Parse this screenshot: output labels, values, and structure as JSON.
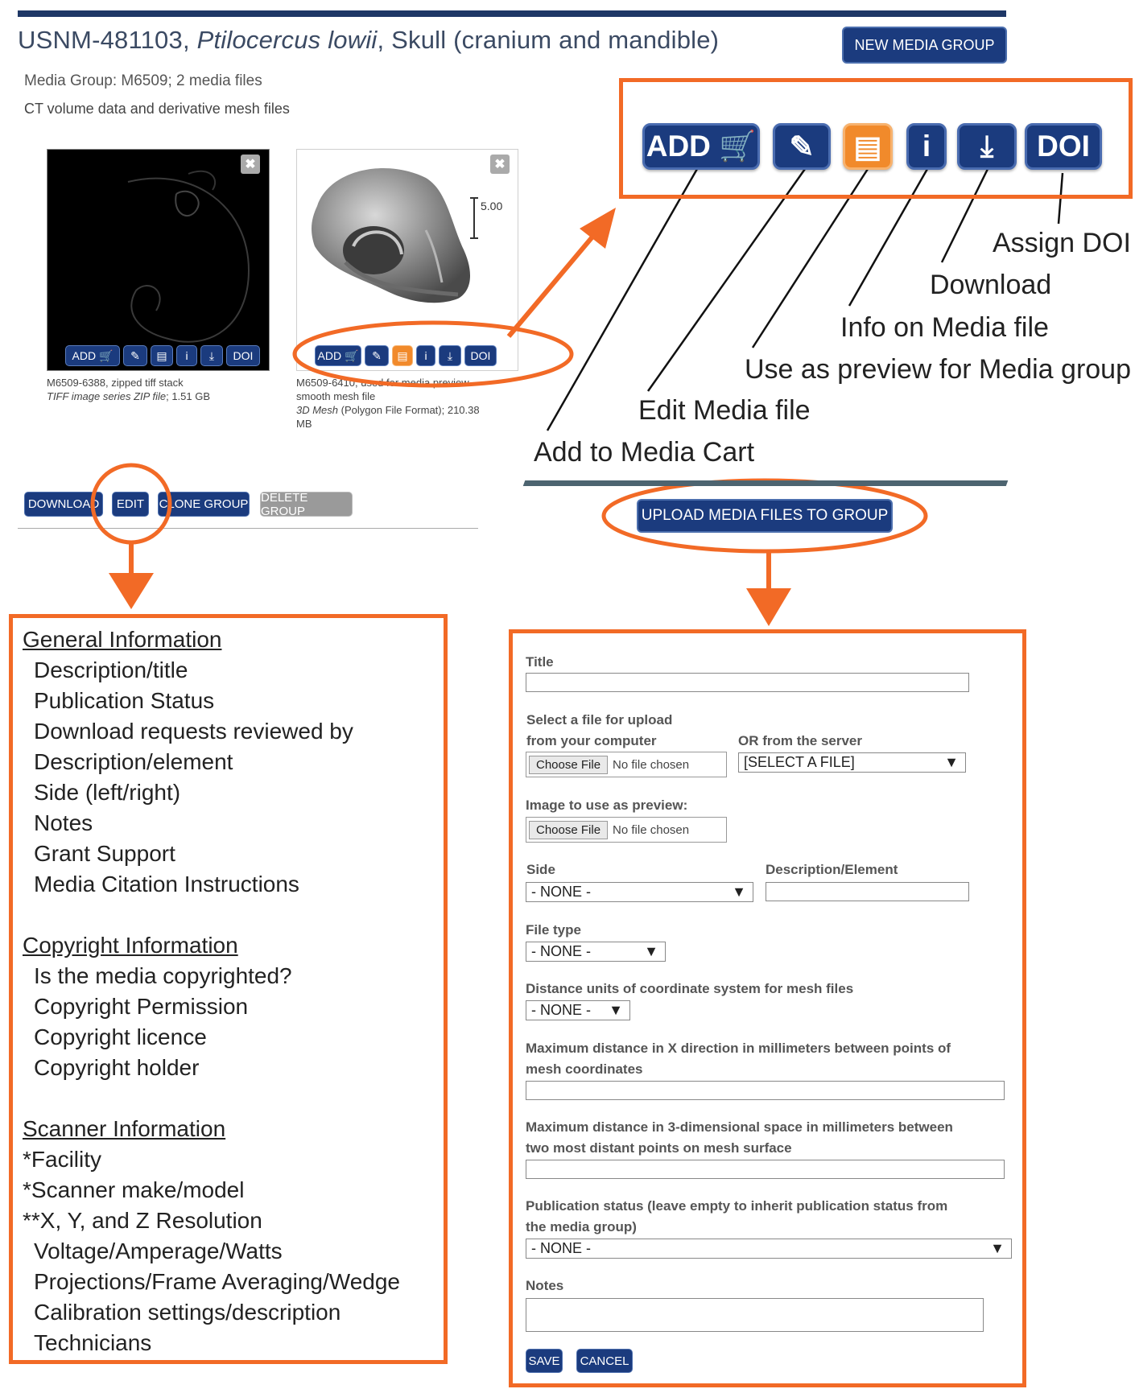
{
  "header": {
    "accession": "USNM-481103, ",
    "species": "Ptilocercus lowii",
    "element": ", Skull (cranium and mandible)",
    "new_group_label": "NEW MEDIA GROUP",
    "media_group_meta": "Media Group: M6509; 2 media files",
    "media_group_desc": "CT volume data and derivative mesh files"
  },
  "media_files": [
    {
      "caption_line1": "M6509-6388, zipped tiff stack",
      "caption_type": "TIFF image series ZIP file",
      "caption_size": "; 1.51 GB",
      "buttons": {
        "add": "ADD",
        "doi": "DOI"
      }
    },
    {
      "caption_line1": "M6509-6410, used for media preview",
      "caption_line2": "smooth mesh file",
      "caption_type": "3D Mesh",
      "caption_size": " (Polygon File Format); 210.38",
      "caption_size2": "MB",
      "scale_label": "5.00",
      "buttons": {
        "add": "ADD",
        "doi": "DOI"
      }
    }
  ],
  "close_glyph": "✖",
  "group_buttons": {
    "download": "DOWNLOAD",
    "edit": "EDIT",
    "clone": "CLONE GROUP",
    "delete": "DELETE GROUP"
  },
  "icon_bar": {
    "add": "ADD",
    "doi": "DOI"
  },
  "annotations": {
    "assign_doi": "Assign DOI",
    "download": "Download",
    "info": "Info  on Media file",
    "preview": "Use as preview for Media group",
    "edit": "Edit Media file",
    "add_cart": "Add to Media  Cart"
  },
  "upload_label": "UPLOAD MEDIA FILES TO GROUP",
  "edit_fields": {
    "general": {
      "heading": "General Information",
      "items": [
        "Description/title",
        "Publication Status",
        "Download requests reviewed by",
        "Description/element",
        "Side (left/right)",
        "Notes",
        "Grant Support",
        "Media Citation Instructions"
      ]
    },
    "copyright": {
      "heading": "Copyright Information",
      "items": [
        "Is the media copyrighted?",
        "Copyright Permission",
        "Copyright licence",
        "Copyright holder"
      ]
    },
    "scanner": {
      "heading": "Scanner Information",
      "items": [
        "*Facility",
        "*Scanner make/model",
        "**X, Y, and Z Resolution",
        " Voltage/Amperage/Watts",
        " Projections/Frame Averaging/Wedge",
        " Calibration settings/description",
        " Technicians"
      ]
    }
  },
  "form": {
    "title_label": "Title",
    "upload_label_1": "Select a file for upload",
    "upload_label_2": "from your computer",
    "server_label": "OR from the server",
    "choose_file": "Choose File",
    "no_file": "No file chosen",
    "server_select": "[SELECT A FILE]",
    "preview_label": "Image to use as preview:",
    "side_label": "Side",
    "side_value": "- NONE -",
    "desc_element_label": "Description/Element",
    "filetype_label": "File type",
    "filetype_value": "- NONE -",
    "units_label": "Distance units of coordinate system for mesh files",
    "units_value": "- NONE -",
    "maxx_label_1": "Maximum distance in X direction in millimeters between points of",
    "maxx_label_2": "mesh coordinates",
    "max3d_label_1": "Maximum distance in 3-dimensional space in millimeters between",
    "max3d_label_2": "two most distant points on mesh surface",
    "pub_label_1": "Publication status (leave empty to inherit publication status from",
    "pub_label_2": "the media group)",
    "pub_value": "- NONE -",
    "notes_label": "Notes",
    "save": "SAVE",
    "cancel": "CANCEL"
  },
  "colors": {
    "accent_orange": "#f26a26",
    "navy": "#1b3b7e",
    "header_bar": "#1e3766"
  }
}
